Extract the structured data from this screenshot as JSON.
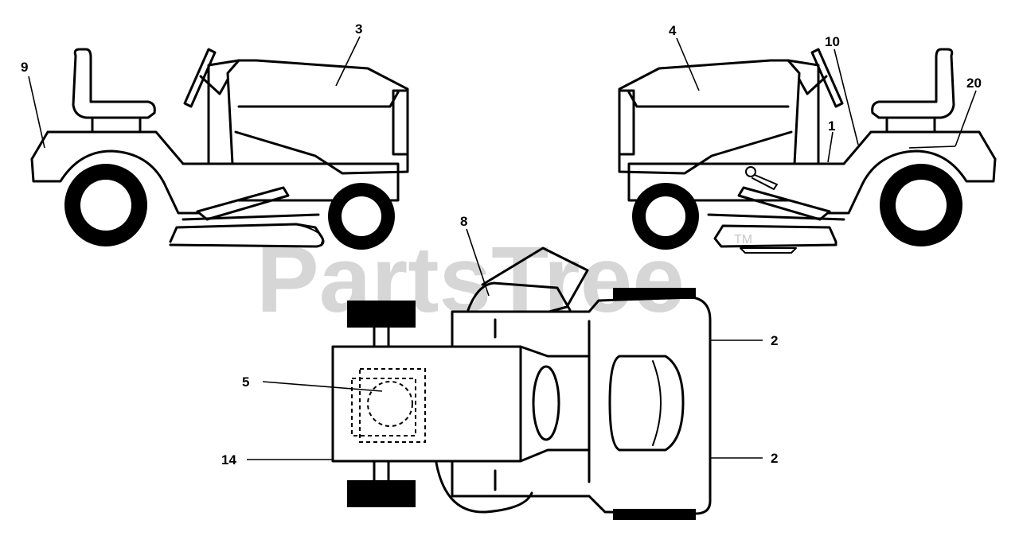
{
  "watermark": {
    "text": "PartsTree",
    "trademark": "TM"
  },
  "callouts": [
    {
      "id": "left-3",
      "label": "3"
    },
    {
      "id": "left-9",
      "label": "9"
    },
    {
      "id": "right-4",
      "label": "4"
    },
    {
      "id": "right-10",
      "label": "10"
    },
    {
      "id": "right-20",
      "label": "20"
    },
    {
      "id": "right-1",
      "label": "1"
    },
    {
      "id": "top-8",
      "label": "8"
    },
    {
      "id": "top-5",
      "label": "5"
    },
    {
      "id": "top-14",
      "label": "14"
    },
    {
      "id": "top-2a",
      "label": "2"
    },
    {
      "id": "top-2b",
      "label": "2"
    }
  ]
}
